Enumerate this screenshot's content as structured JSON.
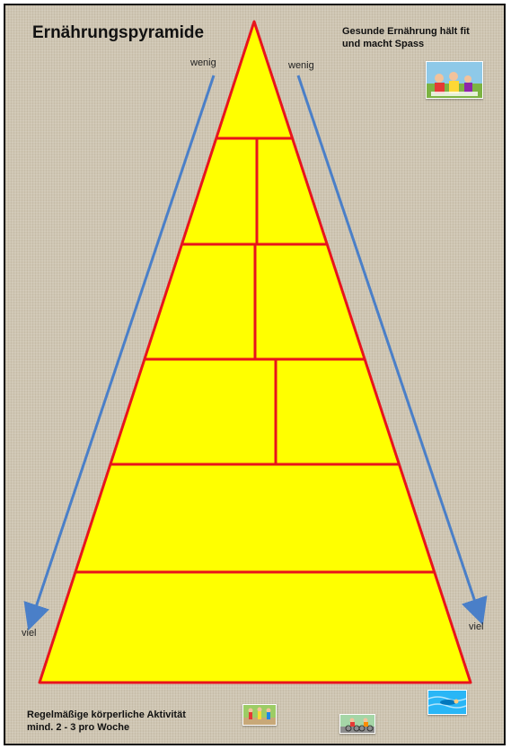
{
  "poster": {
    "title": "Ernährungspyramide",
    "tagline": "Gesunde Ernährung hält fit\nund macht Spass",
    "footer": "Regelmäßige körperliche Aktivität\nmind. 2 - 3 pro Woche"
  },
  "arrows": {
    "left_top_label": "wenig",
    "right_top_label": "wenig",
    "left_bottom_label": "viel",
    "right_bottom_label": "viel"
  },
  "images": [
    {
      "name": "family-picnic-photo"
    },
    {
      "name": "runners-photo"
    },
    {
      "name": "cyclists-photo"
    },
    {
      "name": "swimmer-photo"
    }
  ],
  "colors": {
    "pyramid_fill": "#ffff00",
    "pyramid_lines": "#e8141c",
    "arrows": "#4a7fc8"
  }
}
